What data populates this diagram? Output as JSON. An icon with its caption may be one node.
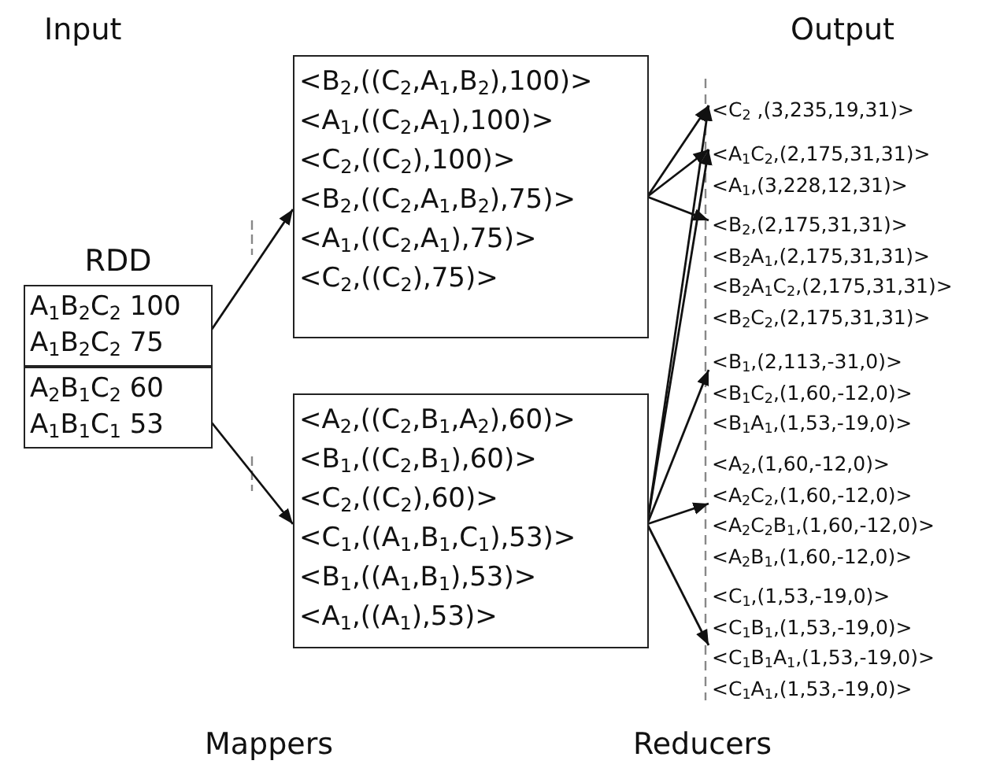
{
  "diagram": {
    "nodes": [
      {
        "text": [
          "RDD"
        ]
      },
      {
        "text": [
          "A$_{1}$B$_{2}$C$_{2}$ 100",
          "A$_{1}$B$_{2}$C$_{2}$ 75"
        ],
        "in": 0
      },
      {
        "text": [
          "A$_{2}$B$_{1}$C$_{2}$ 60",
          "A$_{1}$B$_{1}$C$_{1}$ 53"
        ],
        "in": 0
      },
      {
        "text": [
          "<B$_{2}$,((C$_{2}$,A$_{1}$,B$_{2}$),100)>",
          "<A$_{1}$,((C$_{2}$,A$_{1}$),100)>",
          "<C$_{2}$,((C$_{2}$),100)>",
          "<B$_{2}$,((C$_{2}$,A$_{1}$,B$_{2}$),75)>",
          "<A$_{1}$,((C$_{2}$,A$_{1}$),75)>",
          "<C$_{2}$,((C$_{2}$),75)>"
        ]
      },
      {
        "text": [
          "<A$_{2}$,((C$_{2}$,B$_{1}$,A$_{2}$),60)>",
          "<B$_{1}$,((C$_{2}$,B$_{1}$),60)>",
          "<C$_{2}$,((C$_{2}$),60)>",
          "<C$_{1}$,((A$_{1}$,B$_{1}$,C$_{1}$),53)>",
          "<B$_{1}$,((A$_{1}$,B$_{1}$),53)>",
          "<A$_{1}$,((A$_{1}$),53)>"
        ]
      },
      {
        "text": [
          "<C$_{2}$ ,(3,235,19,31)>"
        ]
      },
      {
        "text": [
          "<A$_{1}$C$_{2}$,(2,175,31,31)>",
          "<A$_{1}$,(3,228,12,31)>"
        ]
      },
      {
        "text": [
          "<B$_{2}$,(2,175,31,31)>",
          "<B$_{2}$A$_{1}$,(2,175,31,31)>",
          "<B$_{2}$A$_{1}$C$_{2}$,(2,175,31,31)>",
          "<B$_{2}$C$_{2}$,(2,175,31,31)>"
        ]
      },
      {
        "text": [
          "<B$_{1}$,(2,113,-31,0)>",
          "<B$_{1}$C$_{2}$,(1,60,-12,0)>",
          "<B$_{1}$A$_{1}$,(1,53,-19,0)>"
        ]
      },
      {
        "text": [
          "<A$_{2}$,(1,60,-12,0)>",
          "<A$_{2}$C$_{2}$,(1,60,-12,0)>",
          "<A$_{2}$C$_{2}$B$_{1}$,(1,60,-12,0)>",
          "<A$_{2}$B$_{1}$,(1,60,-12,0)>"
        ]
      },
      {
        "text": [
          "<C$_{1}$,(1,53,-19,0)>",
          "<C$_{1}$B$_{1}$,(1,53,-19,0)>",
          "<C$_{1}$B$_{1}$A$_{1}$,(1,53,-19,0)>",
          "<C$_{1}$A$_{1}$,(1,53,-19,0)>"
        ]
      }
    ],
    "edges": [
      {
        "from": 1,
        "to": 3,
        "arrow": "to"
      },
      {
        "from": 2,
        "to": 4,
        "arrow": "to"
      },
      {
        "from": 3,
        "to": 5,
        "arrow": "to"
      },
      {
        "from": 3,
        "to": 6,
        "arrow": "to"
      },
      {
        "from": 3,
        "to": 7,
        "arrow": "to"
      },
      {
        "from": 4,
        "to": 5,
        "arrow": "to"
      },
      {
        "from": 4,
        "to": 6,
        "arrow": "to"
      },
      {
        "from": 4,
        "to": 8,
        "arrow": "to"
      },
      {
        "from": 4,
        "to": 9,
        "arrow": "to"
      },
      {
        "from": 4,
        "to": 10,
        "arrow": "to"
      }
    ],
    "labels": [
      "Input",
      "Output",
      "Mappers",
      "Reducers"
    ]
  }
}
